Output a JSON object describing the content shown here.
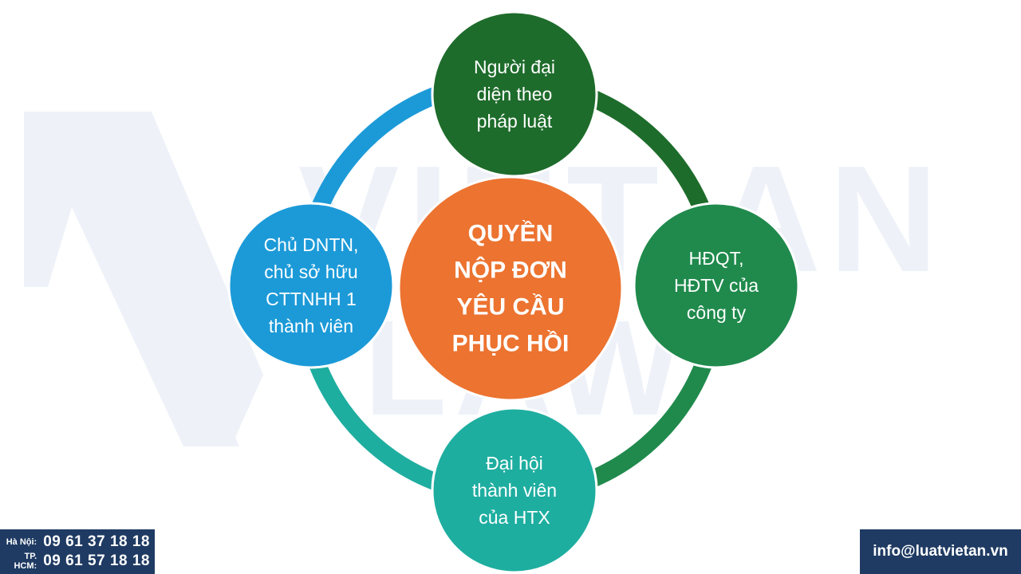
{
  "diagram": {
    "center": {
      "lines": [
        "QUYỀN",
        "NỘP ĐƠN",
        "YÊU CẦU",
        "PHỤC HỒI"
      ],
      "color": "#ec7330"
    },
    "nodes": [
      {
        "lines": [
          "Người đại",
          "diện theo",
          "pháp luật"
        ],
        "color": "#1e6c2b"
      },
      {
        "lines": [
          "HĐQT,",
          "HĐTV của",
          "công ty"
        ],
        "color": "#1f8a4c"
      },
      {
        "lines": [
          "Đại hội",
          "thành viên",
          "của HTX"
        ],
        "color": "#1eaea0"
      },
      {
        "lines": [
          "Chủ DNTN,",
          "chủ sở hữu",
          "CTTNHH 1",
          "thành viên"
        ],
        "color": "#1c9ad8"
      }
    ],
    "ring_colors": [
      "#1e6c2b",
      "#1f8a4c",
      "#1eaea0",
      "#1c9ad8"
    ]
  },
  "contact": {
    "hanoi_label": "Hà Nội:",
    "hanoi_phone": "09 61 37 18 18",
    "hcm_label": "TP. HCM:",
    "hcm_phone": "09 61 57 18 18",
    "email": "info@luatvietan.vn",
    "box_color": "#1f3b63"
  },
  "watermark": {
    "lines": [
      "VIET AN",
      "LAW"
    ],
    "color": "#e8eef7"
  }
}
